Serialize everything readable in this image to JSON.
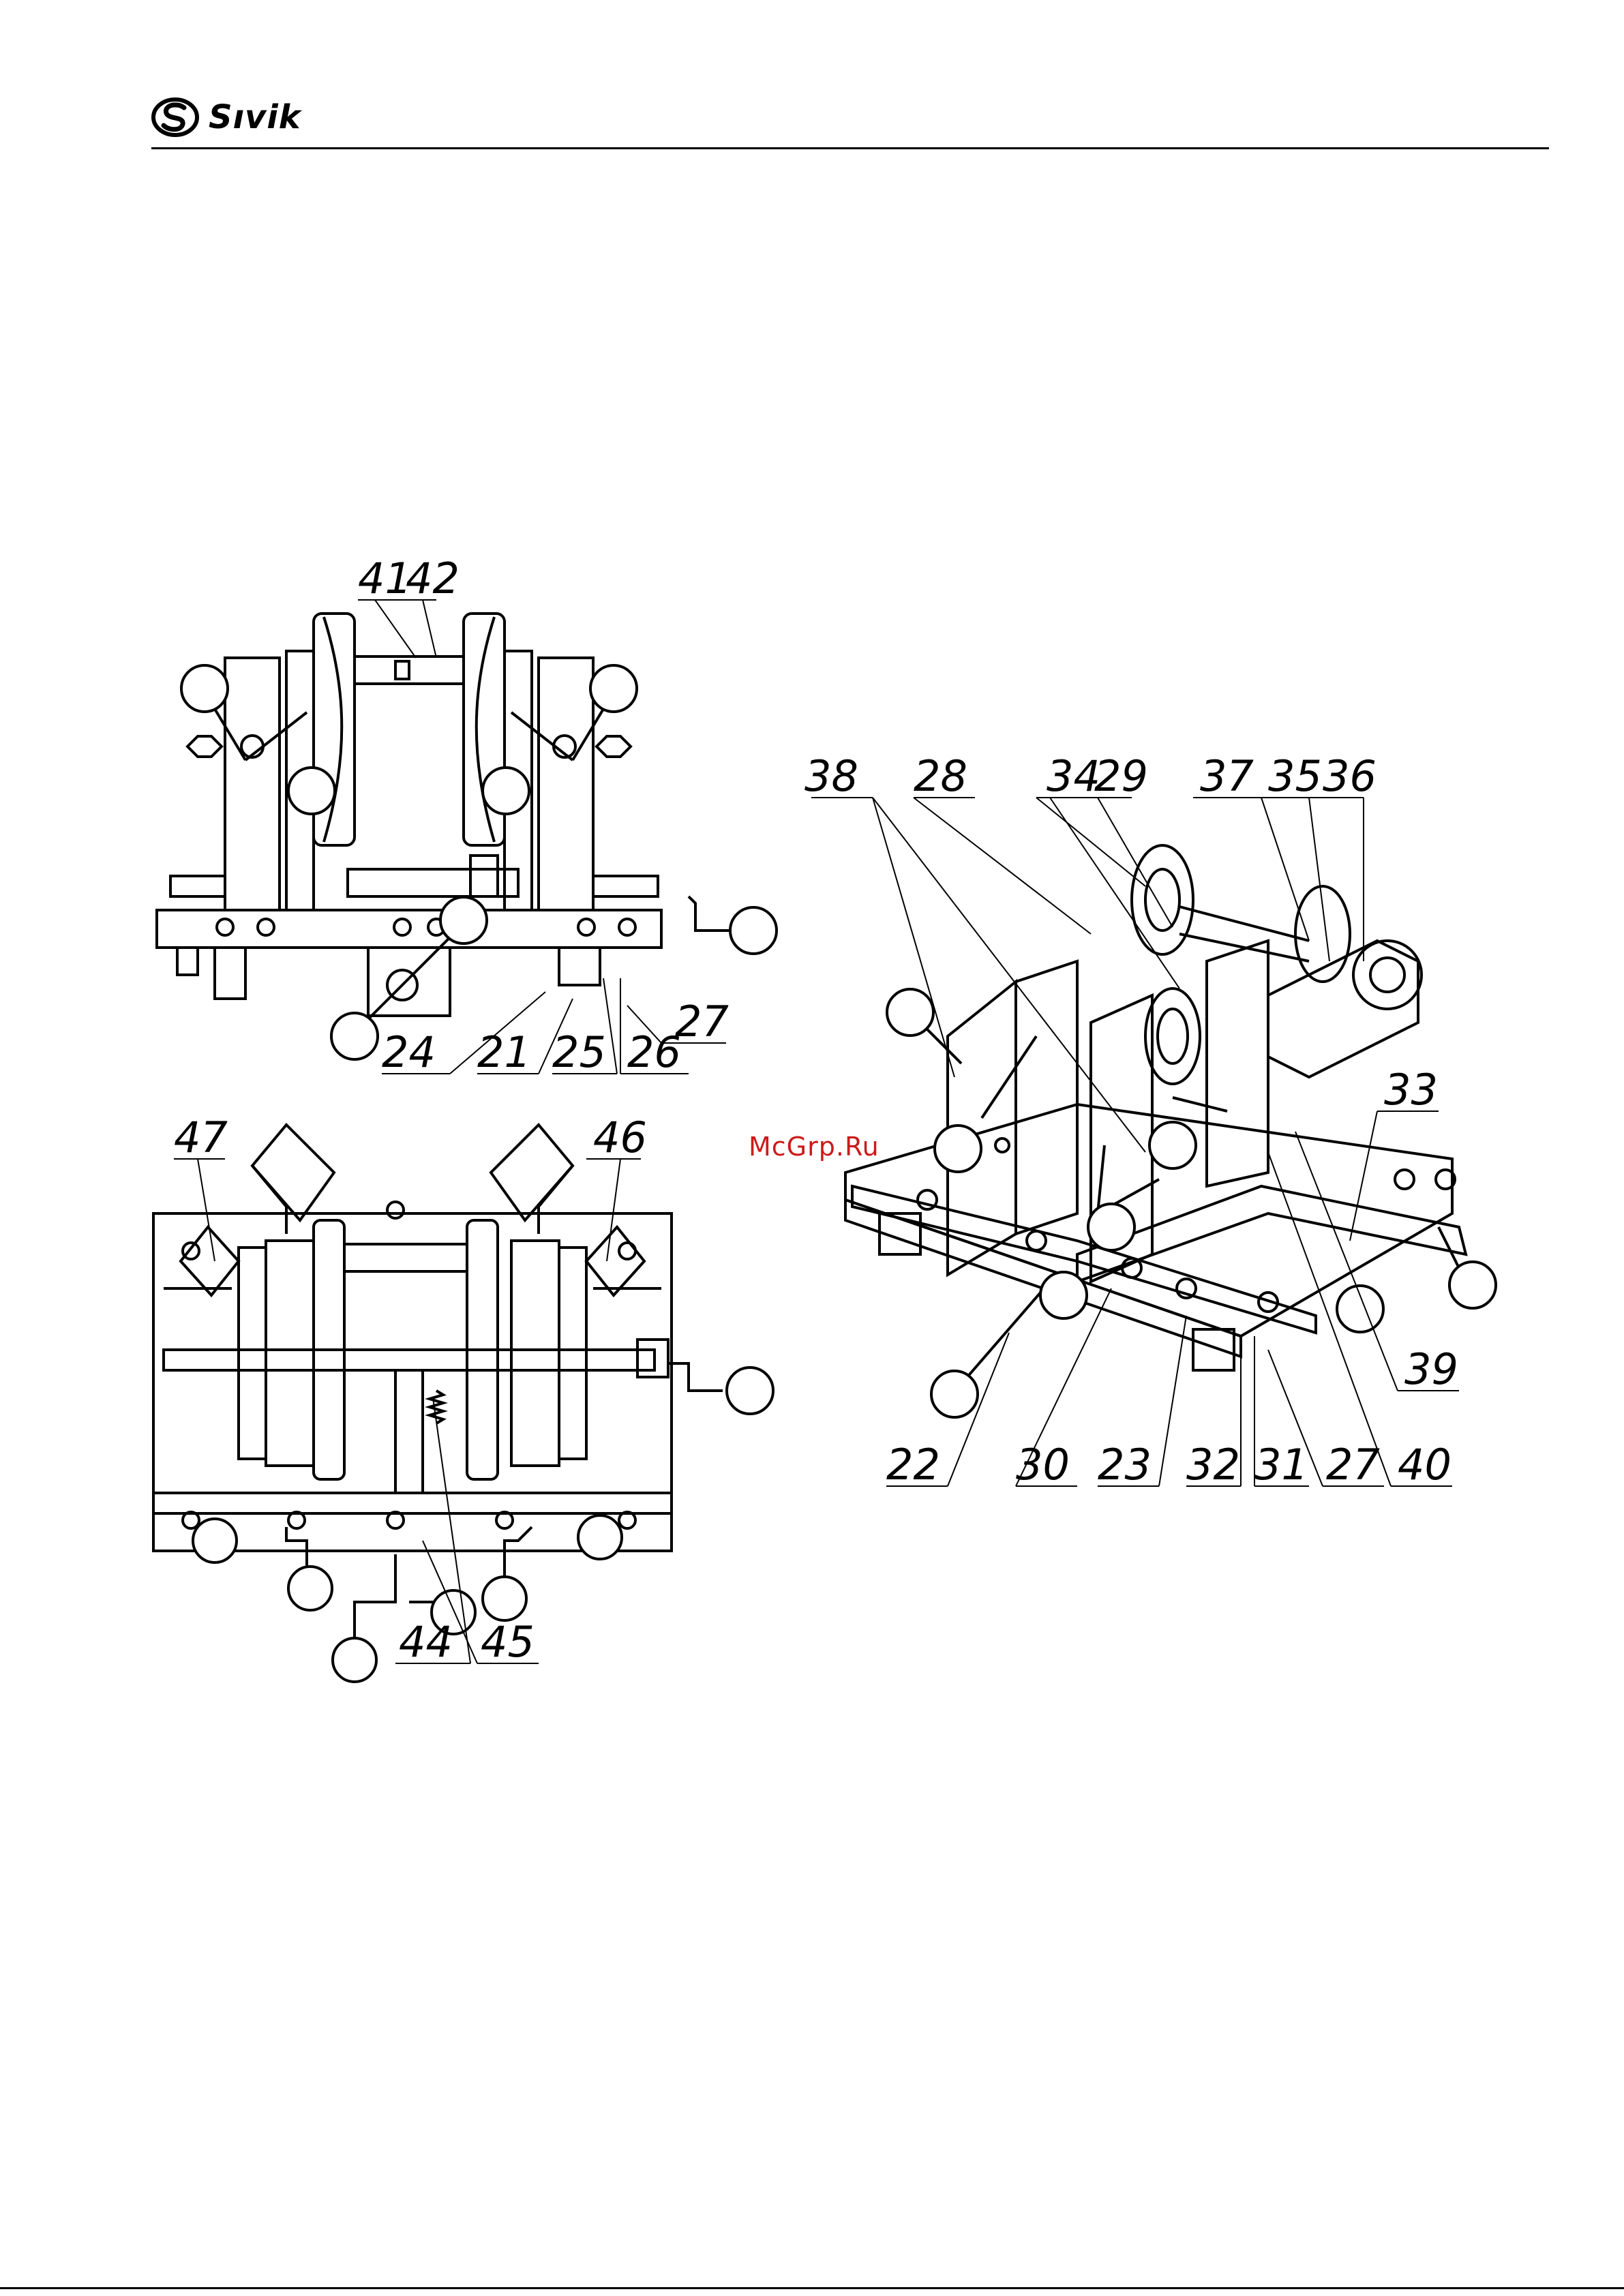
{
  "header": {
    "brand": "Sıvik"
  },
  "watermark": "McGrp.Ru",
  "figure_front": {
    "callouts": [
      "41",
      "42",
      "27",
      "24",
      "21",
      "25",
      "26"
    ]
  },
  "figure_top": {
    "callouts": [
      "47",
      "46",
      "44",
      "45"
    ]
  },
  "figure_iso": {
    "callouts": [
      "38",
      "28",
      "34",
      "29",
      "37",
      "35",
      "36",
      "33",
      "39",
      "40",
      "22",
      "30",
      "23",
      "32",
      "31",
      "27"
    ]
  }
}
